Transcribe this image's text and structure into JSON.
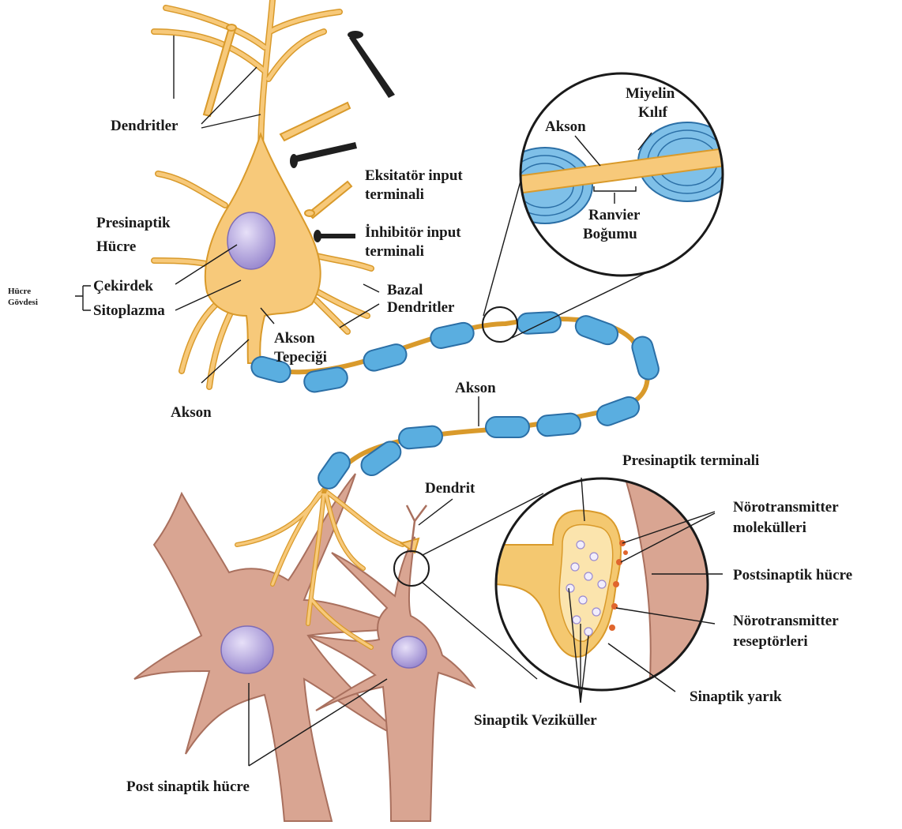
{
  "labels": {
    "dendritler": "Dendritler",
    "eksitator_1": "Eksitatör input",
    "eksitator_2": "terminali",
    "inhibitor_1": "İnhibitör input",
    "inhibitor_2": "terminali",
    "presinaptik_1": "Presinaptik",
    "presinaptik_2": "Hücre",
    "hucre_govdesi_1": "Hücre",
    "hucre_govdesi_2": "Gövdesi",
    "cekirdek": "Çekirdek",
    "sitoplazma": "Sitoplazma",
    "bazal_1": "Bazal",
    "bazal_2": "Dendritler",
    "akson_tepecigi_1": "Akson",
    "akson_tepecigi_2": "Tepeciği",
    "akson_left": "Akson",
    "akson_mid": "Akson",
    "inset_akson": "Akson",
    "miyelin_1": "Miyelin",
    "miyelin_2": "Kılıf",
    "ranvier_1": "Ranvier",
    "ranvier_2": "Boğumu",
    "dendrit": "Dendrit",
    "presinaptik_terminali": "Presinaptik terminali",
    "nt_molekul_1": "Nörotransmitter",
    "nt_molekul_2": "molekülleri",
    "postsinaptik_hucre": "Postsinaptik hücre",
    "nt_reseptor_1": "Nörotransmitter",
    "nt_reseptor_2": "reseptörleri",
    "sinaptik_yarik": "Sinaptik yarık",
    "sinaptik_vezikuller": "Sinaptik Veziküller",
    "post_sinaptik_hucre": "Post sinaptik hücre"
  },
  "colors": {
    "neuron_body": "#f7c97a",
    "neuron_outline": "#d99a2b",
    "nucleus": "#a99ad6",
    "myelin": "#5aaee0",
    "myelin_outline": "#2b6fa6",
    "post_cell": "#d9a592",
    "post_outline": "#a9705e",
    "inhibitor_terminal": "#1f1f1f",
    "neurotransmitter": "#e0662e"
  }
}
